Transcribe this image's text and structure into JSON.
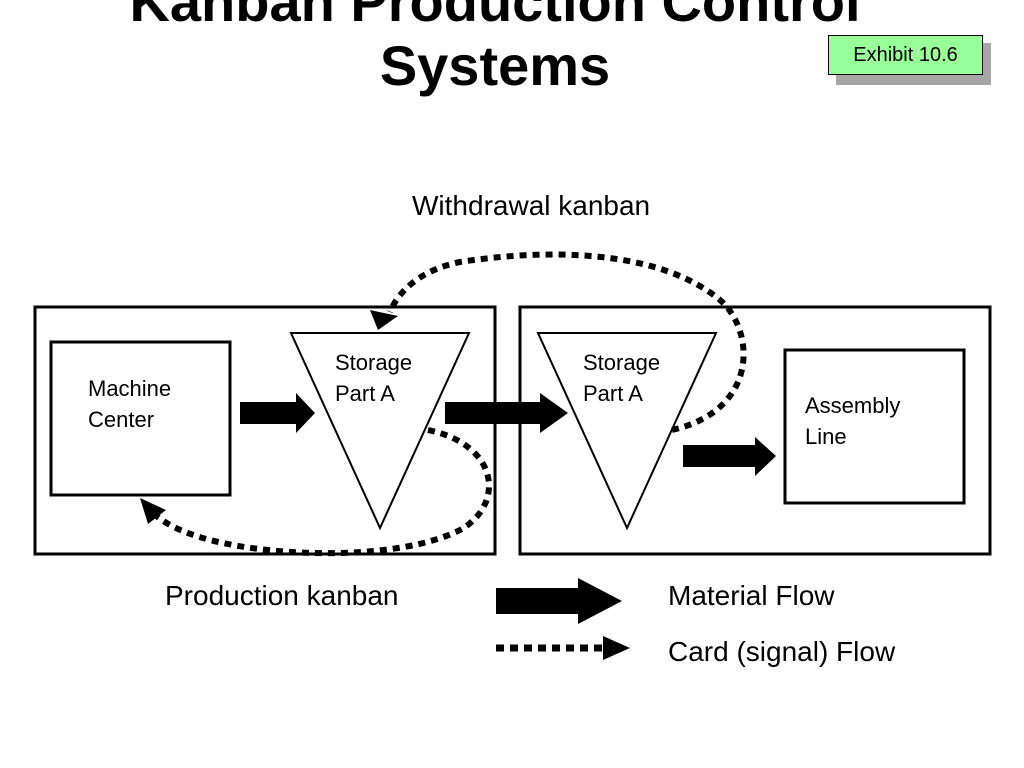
{
  "title": {
    "line1": "Kanban Production Control",
    "line2": "Systems"
  },
  "exhibit_label": "Exhibit 10.6",
  "diagram": {
    "withdrawal_label": "Withdrawal kanban",
    "production_label": "Production kanban",
    "machine_center": {
      "line1": "Machine",
      "line2": "Center"
    },
    "storage_left": {
      "line1": "Storage",
      "line2": "Part A"
    },
    "storage_right": {
      "line1": "Storage",
      "line2": "Part A"
    },
    "assembly_line": {
      "line1": "Assembly",
      "line2": "Line"
    }
  },
  "legend": {
    "material_flow": "Material Flow",
    "card_flow": "Card (signal) Flow"
  }
}
